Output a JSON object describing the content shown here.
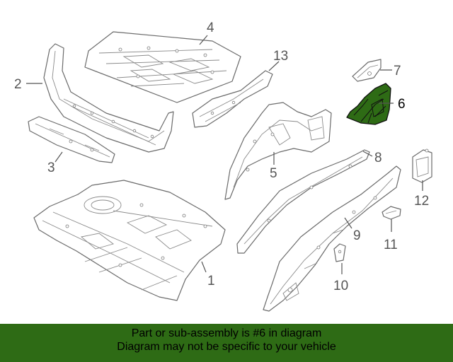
{
  "diagram": {
    "highlight_color": "#2e6b15",
    "callouts": [
      {
        "id": "1",
        "label": "1"
      },
      {
        "id": "2",
        "label": "2"
      },
      {
        "id": "3",
        "label": "3"
      },
      {
        "id": "4",
        "label": "4"
      },
      {
        "id": "5",
        "label": "5"
      },
      {
        "id": "6",
        "label": "6",
        "highlighted": true
      },
      {
        "id": "7",
        "label": "7"
      },
      {
        "id": "8",
        "label": "8"
      },
      {
        "id": "9",
        "label": "9"
      },
      {
        "id": "10",
        "label": "10"
      },
      {
        "id": "11",
        "label": "11"
      },
      {
        "id": "12",
        "label": "12"
      },
      {
        "id": "13",
        "label": "13"
      }
    ]
  },
  "banner": {
    "line1": "Part or sub-assembly is #6 in diagram",
    "line2": "Diagram may not be specific to your vehicle",
    "background": "#2e6b15"
  }
}
